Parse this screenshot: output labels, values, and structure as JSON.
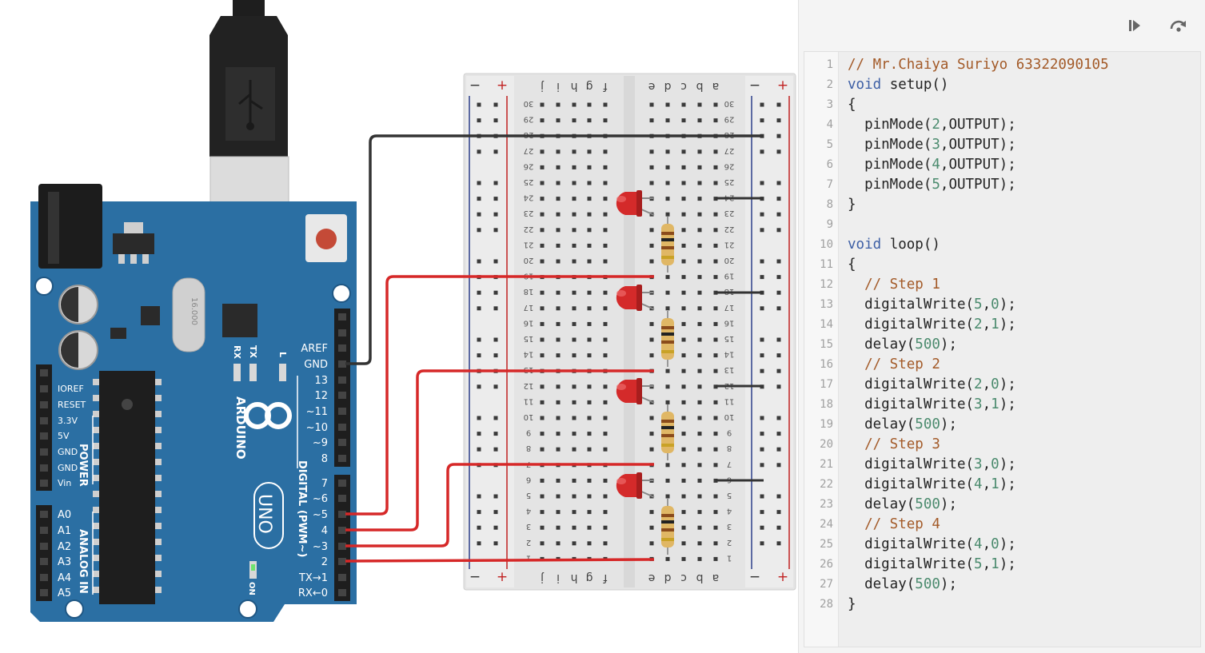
{
  "toolbar": {
    "step_button_icon": "step-forward-icon",
    "restart_button_icon": "restart-icon"
  },
  "board": {
    "brand": "ARDUINO",
    "model": "UNO",
    "crystal": "16.000",
    "tx_label": "TX",
    "rx_label": "RX",
    "l_label": "L",
    "on_label": "ON",
    "digital_label": "DIGITAL (PWM~)",
    "power_label": "POWER",
    "analog_label": "ANALOG IN",
    "digital_pins_top": [
      "AREF",
      "GND",
      "13",
      "12",
      "~11",
      "~10",
      "~9",
      "8"
    ],
    "digital_pins_bottom": [
      "7",
      "~6",
      "~5",
      "4",
      "~3",
      "2",
      "TX→1",
      "RX←0"
    ],
    "power_pins": [
      "IOREF",
      "RESET",
      "3.3V",
      "5V",
      "GND",
      "GND",
      "Vin"
    ],
    "analog_pins": [
      "A0",
      "A1",
      "A2",
      "A3",
      "A4",
      "A5"
    ]
  },
  "breadboard": {
    "rail_minus": "−",
    "rail_plus": "+",
    "left_columns": [
      "f",
      "g",
      "h",
      "i",
      "j"
    ],
    "right_columns": [
      "a",
      "b",
      "c",
      "d",
      "e"
    ],
    "rows": [
      "30",
      "29",
      "28",
      "27",
      "26",
      "25",
      "24",
      "23",
      "22",
      "21",
      "20",
      "19",
      "18",
      "17",
      "16",
      "15",
      "14",
      "13",
      "12",
      "11",
      "10",
      "9",
      "8",
      "7",
      "6",
      "5",
      "4",
      "3",
      "2",
      "1"
    ],
    "led_color": "#d42a2a",
    "wire_red": "#d62828",
    "wire_black": "#333333"
  },
  "code": {
    "line_numbers": [
      "1",
      "2",
      "3",
      "4",
      "5",
      "6",
      "7",
      "8",
      "9",
      "10",
      "11",
      "12",
      "13",
      "14",
      "15",
      "16",
      "17",
      "18",
      "19",
      "20",
      "21",
      "22",
      "23",
      "24",
      "25",
      "26",
      "27",
      "28"
    ],
    "lines": [
      [
        {
          "c": "cm",
          "t": "// Mr.Chaiya Suriyo 63322090105"
        }
      ],
      [
        {
          "c": "kw",
          "t": "void"
        },
        {
          "c": "",
          "t": " setup()"
        }
      ],
      [
        {
          "c": "",
          "t": "{"
        }
      ],
      [
        {
          "c": "",
          "t": "  pinMode("
        },
        {
          "c": "num",
          "t": "2"
        },
        {
          "c": "",
          "t": ",OUTPUT);"
        }
      ],
      [
        {
          "c": "",
          "t": "  pinMode("
        },
        {
          "c": "num",
          "t": "3"
        },
        {
          "c": "",
          "t": ",OUTPUT);"
        }
      ],
      [
        {
          "c": "",
          "t": "  pinMode("
        },
        {
          "c": "num",
          "t": "4"
        },
        {
          "c": "",
          "t": ",OUTPUT);"
        }
      ],
      [
        {
          "c": "",
          "t": "  pinMode("
        },
        {
          "c": "num",
          "t": "5"
        },
        {
          "c": "",
          "t": ",OUTPUT);"
        }
      ],
      [
        {
          "c": "",
          "t": "}"
        }
      ],
      [
        {
          "c": "",
          "t": ""
        }
      ],
      [
        {
          "c": "kw",
          "t": "void"
        },
        {
          "c": "",
          "t": " loop()"
        }
      ],
      [
        {
          "c": "",
          "t": "{"
        }
      ],
      [
        {
          "c": "cm",
          "t": "  // Step 1"
        }
      ],
      [
        {
          "c": "",
          "t": "  digitalWrite("
        },
        {
          "c": "num",
          "t": "5"
        },
        {
          "c": "",
          "t": ","
        },
        {
          "c": "num",
          "t": "0"
        },
        {
          "c": "",
          "t": ");"
        }
      ],
      [
        {
          "c": "",
          "t": "  digitalWrite("
        },
        {
          "c": "num",
          "t": "2"
        },
        {
          "c": "",
          "t": ","
        },
        {
          "c": "num",
          "t": "1"
        },
        {
          "c": "",
          "t": ");"
        }
      ],
      [
        {
          "c": "",
          "t": "  delay("
        },
        {
          "c": "num",
          "t": "500"
        },
        {
          "c": "",
          "t": ");"
        }
      ],
      [
        {
          "c": "cm",
          "t": "  // Step 2"
        }
      ],
      [
        {
          "c": "",
          "t": "  digitalWrite("
        },
        {
          "c": "num",
          "t": "2"
        },
        {
          "c": "",
          "t": ","
        },
        {
          "c": "num",
          "t": "0"
        },
        {
          "c": "",
          "t": ");"
        }
      ],
      [
        {
          "c": "",
          "t": "  digitalWrite("
        },
        {
          "c": "num",
          "t": "3"
        },
        {
          "c": "",
          "t": ","
        },
        {
          "c": "num",
          "t": "1"
        },
        {
          "c": "",
          "t": ");"
        }
      ],
      [
        {
          "c": "",
          "t": "  delay("
        },
        {
          "c": "num",
          "t": "500"
        },
        {
          "c": "",
          "t": ");"
        }
      ],
      [
        {
          "c": "cm",
          "t": "  // Step 3"
        }
      ],
      [
        {
          "c": "",
          "t": "  digitalWrite("
        },
        {
          "c": "num",
          "t": "3"
        },
        {
          "c": "",
          "t": ","
        },
        {
          "c": "num",
          "t": "0"
        },
        {
          "c": "",
          "t": ");"
        }
      ],
      [
        {
          "c": "",
          "t": "  digitalWrite("
        },
        {
          "c": "num",
          "t": "4"
        },
        {
          "c": "",
          "t": ","
        },
        {
          "c": "num",
          "t": "1"
        },
        {
          "c": "",
          "t": ");"
        }
      ],
      [
        {
          "c": "",
          "t": "  delay("
        },
        {
          "c": "num",
          "t": "500"
        },
        {
          "c": "",
          "t": ");"
        }
      ],
      [
        {
          "c": "cm",
          "t": "  // Step 4"
        }
      ],
      [
        {
          "c": "",
          "t": "  digitalWrite("
        },
        {
          "c": "num",
          "t": "4"
        },
        {
          "c": "",
          "t": ","
        },
        {
          "c": "num",
          "t": "0"
        },
        {
          "c": "",
          "t": ");"
        }
      ],
      [
        {
          "c": "",
          "t": "  digitalWrite("
        },
        {
          "c": "num",
          "t": "5"
        },
        {
          "c": "",
          "t": ","
        },
        {
          "c": "num",
          "t": "1"
        },
        {
          "c": "",
          "t": ");"
        }
      ],
      [
        {
          "c": "",
          "t": "  delay("
        },
        {
          "c": "num",
          "t": "500"
        },
        {
          "c": "",
          "t": ");"
        }
      ],
      [
        {
          "c": "",
          "t": "}"
        }
      ]
    ]
  }
}
